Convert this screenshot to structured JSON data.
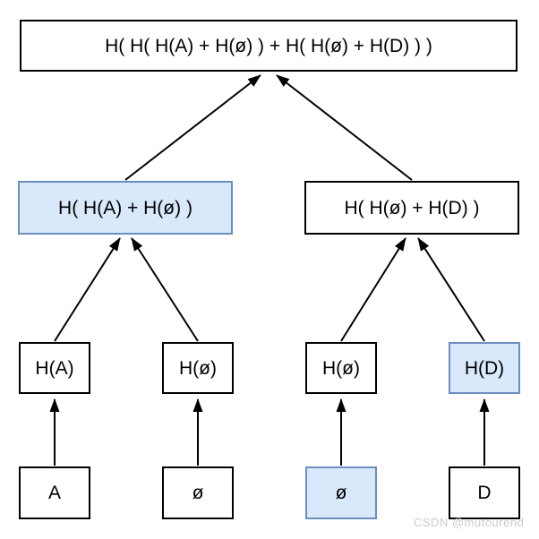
{
  "diagram": {
    "type": "merkle-tree",
    "root": {
      "label": "H( H( H(A) + H(ø) ) + H( H(ø) + H(D) ) )",
      "highlighted": false
    },
    "level2": [
      {
        "label": "H( H(A) + H(ø) )",
        "highlighted": true
      },
      {
        "label": "H( H(ø) + H(D) )",
        "highlighted": false
      }
    ],
    "level1": [
      {
        "label": "H(A)",
        "highlighted": false
      },
      {
        "label": "H(ø)",
        "highlighted": false
      },
      {
        "label": "H(ø)",
        "highlighted": false
      },
      {
        "label": "H(D)",
        "highlighted": true
      }
    ],
    "leaves": [
      {
        "label": "A",
        "highlighted": false
      },
      {
        "label": "ø",
        "highlighted": false
      },
      {
        "label": "ø",
        "highlighted": true
      },
      {
        "label": "D",
        "highlighted": false
      }
    ],
    "colors": {
      "highlight_fill": "#dae8fc",
      "highlight_border": "#6c8ebf",
      "node_fill": "#ffffff",
      "node_border": "#000000",
      "arrow": "#000000",
      "text": "#000000"
    }
  },
  "watermark": {
    "text": "CSDN @mutourend",
    "color": "#cccccc"
  }
}
